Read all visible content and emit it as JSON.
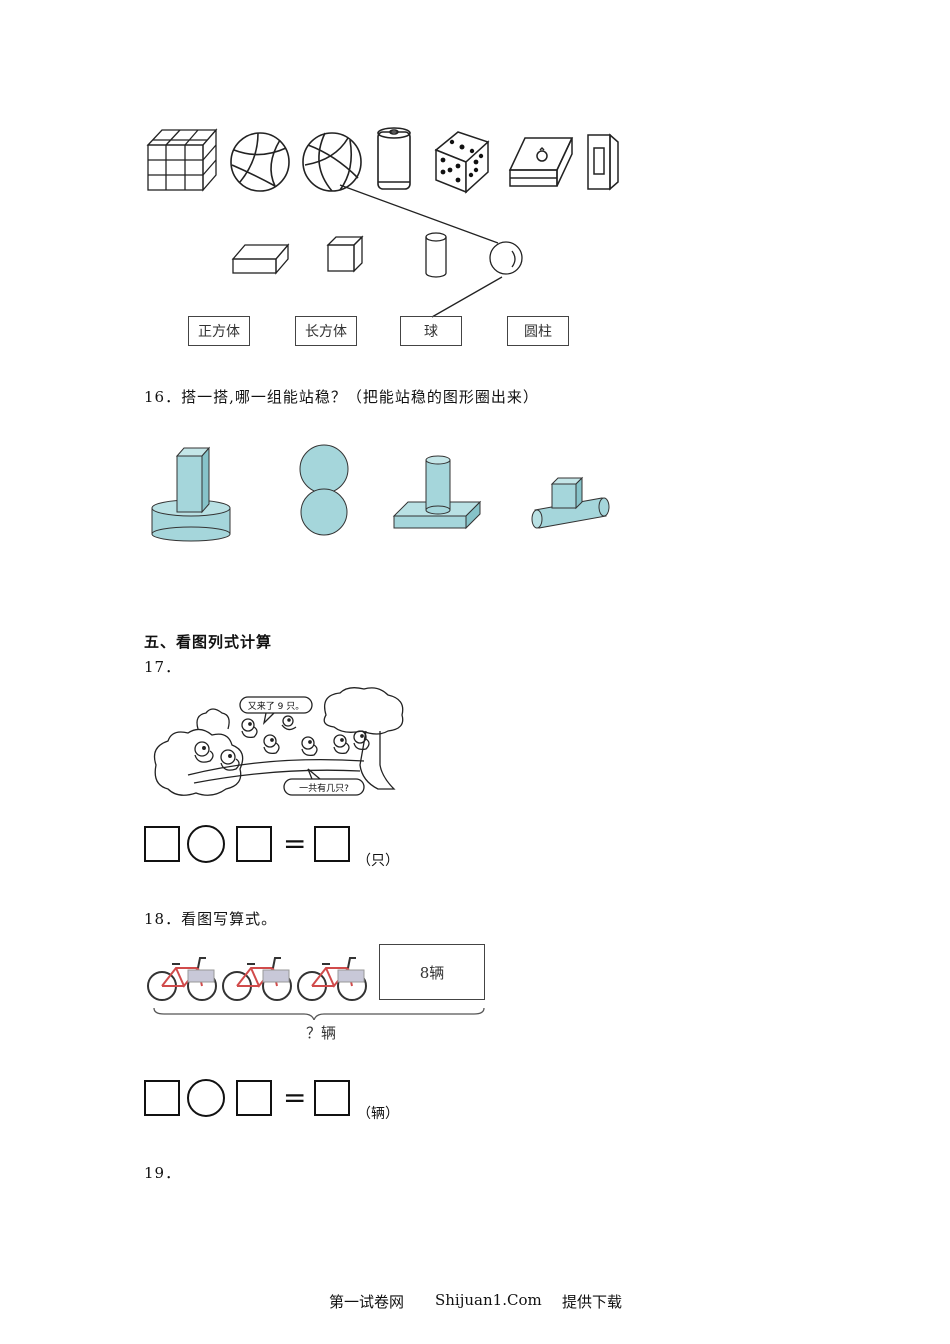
{
  "q15": {
    "labels": [
      "正方体",
      "长方体",
      "球",
      "圆柱"
    ]
  },
  "q16": {
    "number": "16．",
    "text": "搭一搭,哪一组能站稳？（把能站稳的图形圈出来）"
  },
  "section5": {
    "title": "五、看图列式计算"
  },
  "q17": {
    "number": "17．",
    "bubble_top": "又来了 9 只。",
    "bubble_bottom": "一共有几只?",
    "equals": "=",
    "unit": "（只）"
  },
  "q18": {
    "number": "18．看图写算式。",
    "box_label": "8辆",
    "question": "？辆",
    "equals": "=",
    "unit": "（辆）"
  },
  "q19": {
    "number": "19．"
  },
  "footer": {
    "left": "第一试卷网",
    "middle": "Shijuan1.Com",
    "right": "提供下载"
  }
}
